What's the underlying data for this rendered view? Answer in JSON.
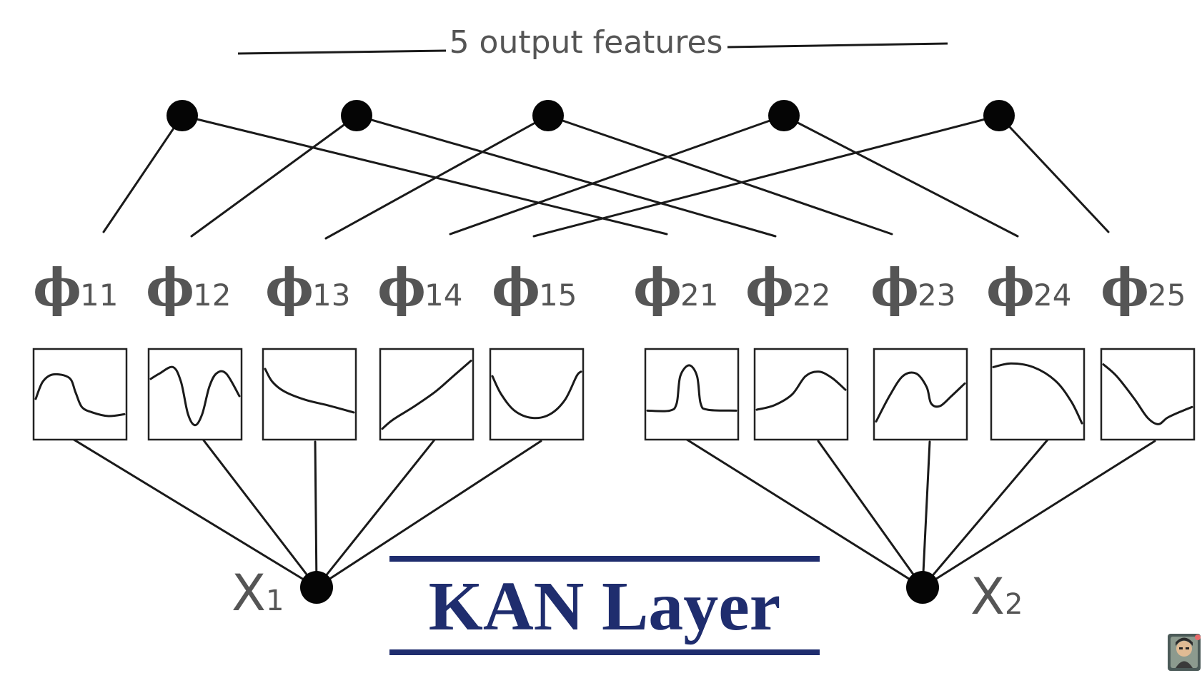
{
  "header": {
    "label": "5 output features"
  },
  "title": "KAN Layer",
  "inputs": [
    {
      "base": "X",
      "sub": "1"
    },
    {
      "base": "X",
      "sub": "2"
    }
  ],
  "functions": [
    {
      "glyph": "ϕ",
      "sub": "11",
      "input": 0,
      "output": 0,
      "shape": "dip-after-bump"
    },
    {
      "glyph": "ϕ",
      "sub": "12",
      "input": 0,
      "output": 1,
      "shape": "sharp-valley"
    },
    {
      "glyph": "ϕ",
      "sub": "13",
      "input": 0,
      "output": 2,
      "shape": "decay"
    },
    {
      "glyph": "ϕ",
      "sub": "14",
      "input": 0,
      "output": 3,
      "shape": "linear-rise"
    },
    {
      "glyph": "ϕ",
      "sub": "15",
      "input": 0,
      "output": 4,
      "shape": "u-shape"
    },
    {
      "glyph": "ϕ",
      "sub": "21",
      "input": 1,
      "output": 0,
      "shape": "narrow-peak"
    },
    {
      "glyph": "ϕ",
      "sub": "22",
      "input": 1,
      "output": 1,
      "shape": "smooth-bump"
    },
    {
      "glyph": "ϕ",
      "sub": "23",
      "input": 1,
      "output": 2,
      "shape": "peak-then-dip"
    },
    {
      "glyph": "ϕ",
      "sub": "24",
      "input": 1,
      "output": 3,
      "shape": "arch-falling"
    },
    {
      "glyph": "ϕ",
      "sub": "25",
      "input": 1,
      "output": 4,
      "shape": "falling-then-rise"
    }
  ],
  "output_node_count": 5,
  "colors": {
    "ink": "#1a1a1a",
    "label": "#555555",
    "title": "#1f2d6e",
    "node": "#050505"
  },
  "corner": {
    "icon": "avatar-icon"
  }
}
